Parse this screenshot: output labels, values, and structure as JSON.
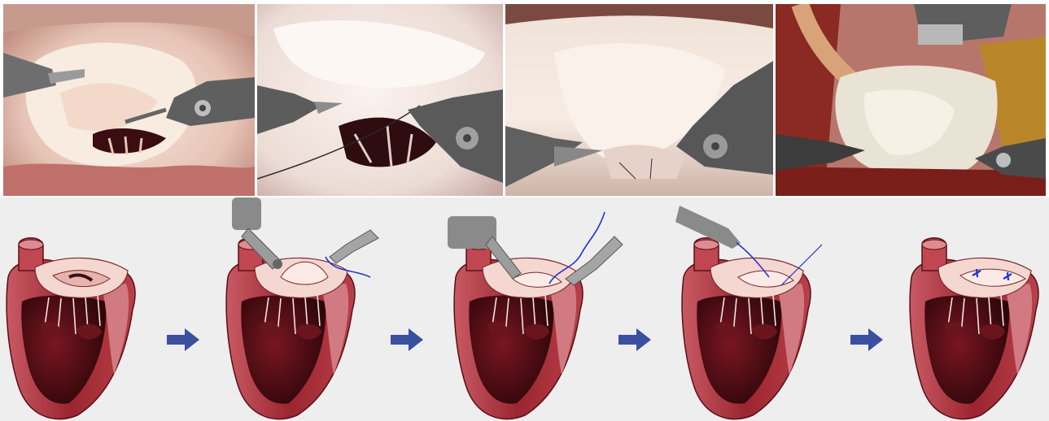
{
  "figure": {
    "photos": [
      {
        "name": "photo-exposed-mitral-valve"
      },
      {
        "name": "photo-resection-with-needle-driver"
      },
      {
        "name": "photo-suturing-leaflet"
      },
      {
        "name": "photo-repaired-valve"
      }
    ],
    "steps": [
      {
        "name": "heart-step-1-prolapse"
      },
      {
        "name": "heart-step-2-resection"
      },
      {
        "name": "heart-step-3-suturing"
      },
      {
        "name": "heart-step-4-sutures-placed"
      },
      {
        "name": "heart-step-5-repaired"
      }
    ],
    "colors": {
      "arrow": "#3b4fa0",
      "suture": "#2233cc",
      "myocardium": "#8a1f28",
      "chamber": "#3a0a10",
      "tissue": "#f0d6cf",
      "instrument": "#7a7a7a",
      "panel_bg": "#eeeeee"
    }
  }
}
